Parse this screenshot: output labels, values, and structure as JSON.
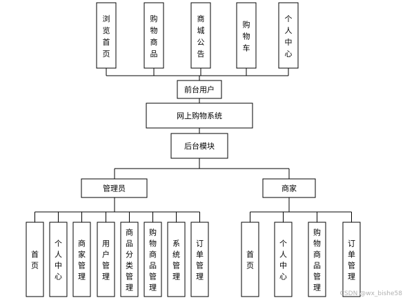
{
  "diagram": {
    "top_modules": [
      "浏览首页",
      "购物商品",
      "商城公告",
      "购物车",
      "个人中心"
    ],
    "front_user": "前台用户",
    "system": "网上购物系统",
    "backend": "后台模块",
    "admin": {
      "label": "管理员",
      "children": [
        "首页",
        "个人中心",
        "商家管理",
        "用户管理",
        "商品分类管理",
        "购物商品管理",
        "系统管理",
        "订单管理"
      ]
    },
    "merchant": {
      "label": "商家",
      "children": [
        "首页",
        "个人中心",
        "购物商品管理",
        "订单管理"
      ]
    }
  },
  "watermark": "CSDN @wx_bishe58"
}
